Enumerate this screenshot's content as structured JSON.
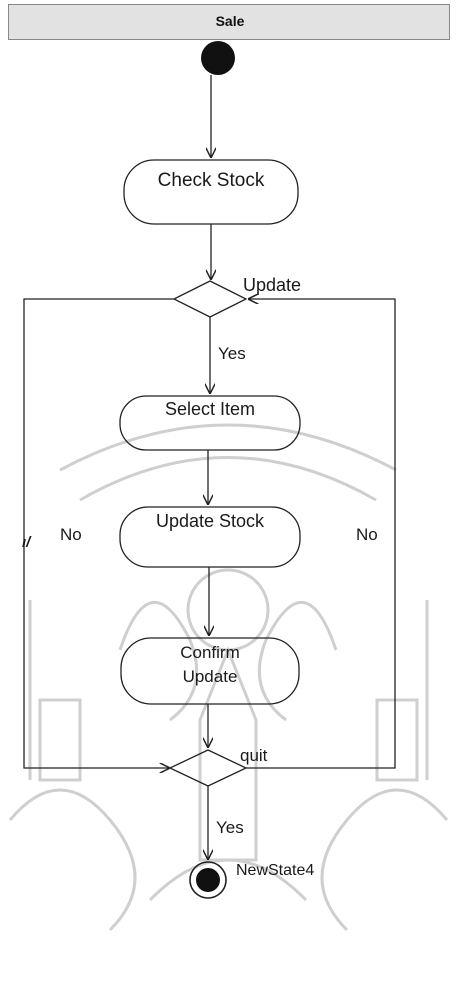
{
  "swimlane": {
    "title": "Sale"
  },
  "states": {
    "check_stock": "Check Stock",
    "select_item": "Select Item",
    "update_stock": "Update Stock",
    "confirm_update_line1": "Confirm",
    "confirm_update_line2": "Update"
  },
  "labels": {
    "update": "Update",
    "yes_top": "Yes",
    "no_left": "No",
    "no_right": "No",
    "quit": "quit",
    "yes_bottom": "Yes",
    "final_state": "NewState4",
    "margin_mark": "ı/"
  },
  "colors": {
    "line": "#222222",
    "watermark": "#c8c8c8",
    "header": "#e2e2e2"
  }
}
